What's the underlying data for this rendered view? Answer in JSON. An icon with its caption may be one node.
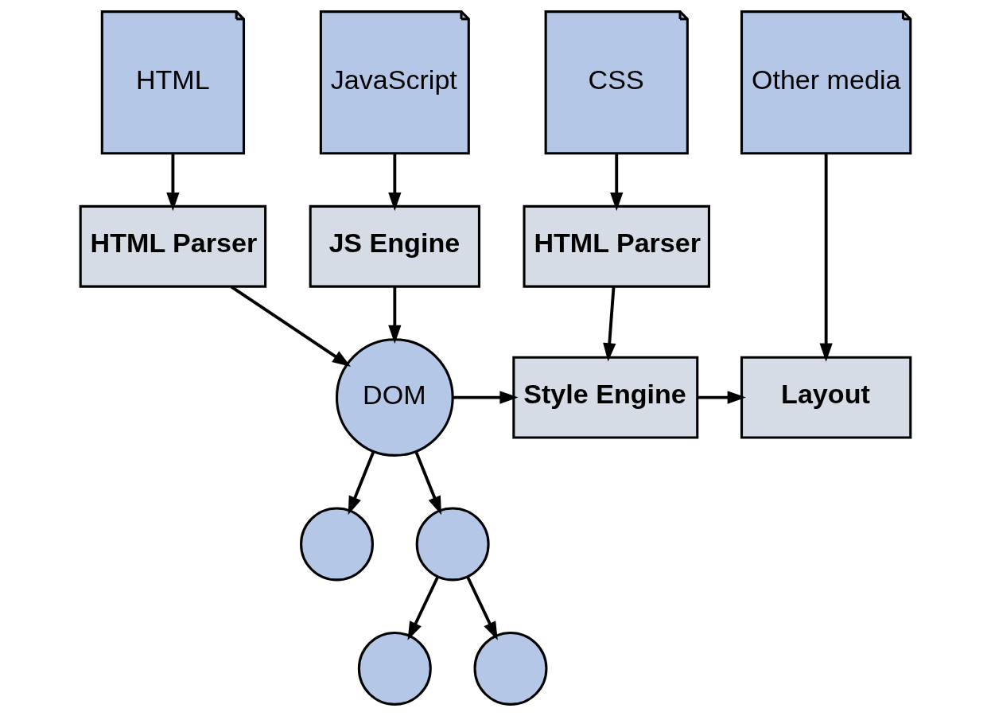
{
  "diagram": {
    "nodes": [
      {
        "text": [
          "HTML"
        ]
      },
      {
        "text": [
          "JavaScript"
        ]
      },
      {
        "text": [
          "CSS"
        ]
      },
      {
        "text": [
          "Other media"
        ]
      },
      {
        "text": [
          "HTML Parser"
        ]
      },
      {
        "text": [
          "JS Engine"
        ]
      },
      {
        "text": [
          "HTML Parser"
        ]
      },
      {
        "text": [
          "DOM"
        ]
      },
      {
        "text": [
          "Style Engine"
        ]
      },
      {
        "text": [
          "Layout"
        ]
      },
      {
        "text": [],
        "shape": "circle"
      },
      {
        "text": [],
        "shape": "circle"
      },
      {
        "text": [],
        "shape": "circle"
      },
      {
        "text": [],
        "shape": "circle"
      }
    ],
    "edges": [
      {
        "from": 0,
        "to": 4,
        "arrow": "to"
      },
      {
        "from": 1,
        "to": 5,
        "arrow": "to"
      },
      {
        "from": 2,
        "to": 6,
        "arrow": "to"
      },
      {
        "from": 3,
        "to": 9,
        "arrow": "to"
      },
      {
        "from": 4,
        "to": 7,
        "arrow": "to"
      },
      {
        "from": 5,
        "to": 7,
        "arrow": "to"
      },
      {
        "from": 6,
        "to": 8,
        "arrow": "to"
      },
      {
        "from": 7,
        "to": 8,
        "arrow": "to"
      },
      {
        "from": 8,
        "to": 9,
        "arrow": "to"
      },
      {
        "from": 7,
        "to": 10,
        "arrow": "to"
      },
      {
        "from": 7,
        "to": 11,
        "arrow": "to"
      },
      {
        "from": 11,
        "to": 12,
        "arrow": "to"
      },
      {
        "from": 11,
        "to": 13,
        "arrow": "to"
      }
    ]
  }
}
